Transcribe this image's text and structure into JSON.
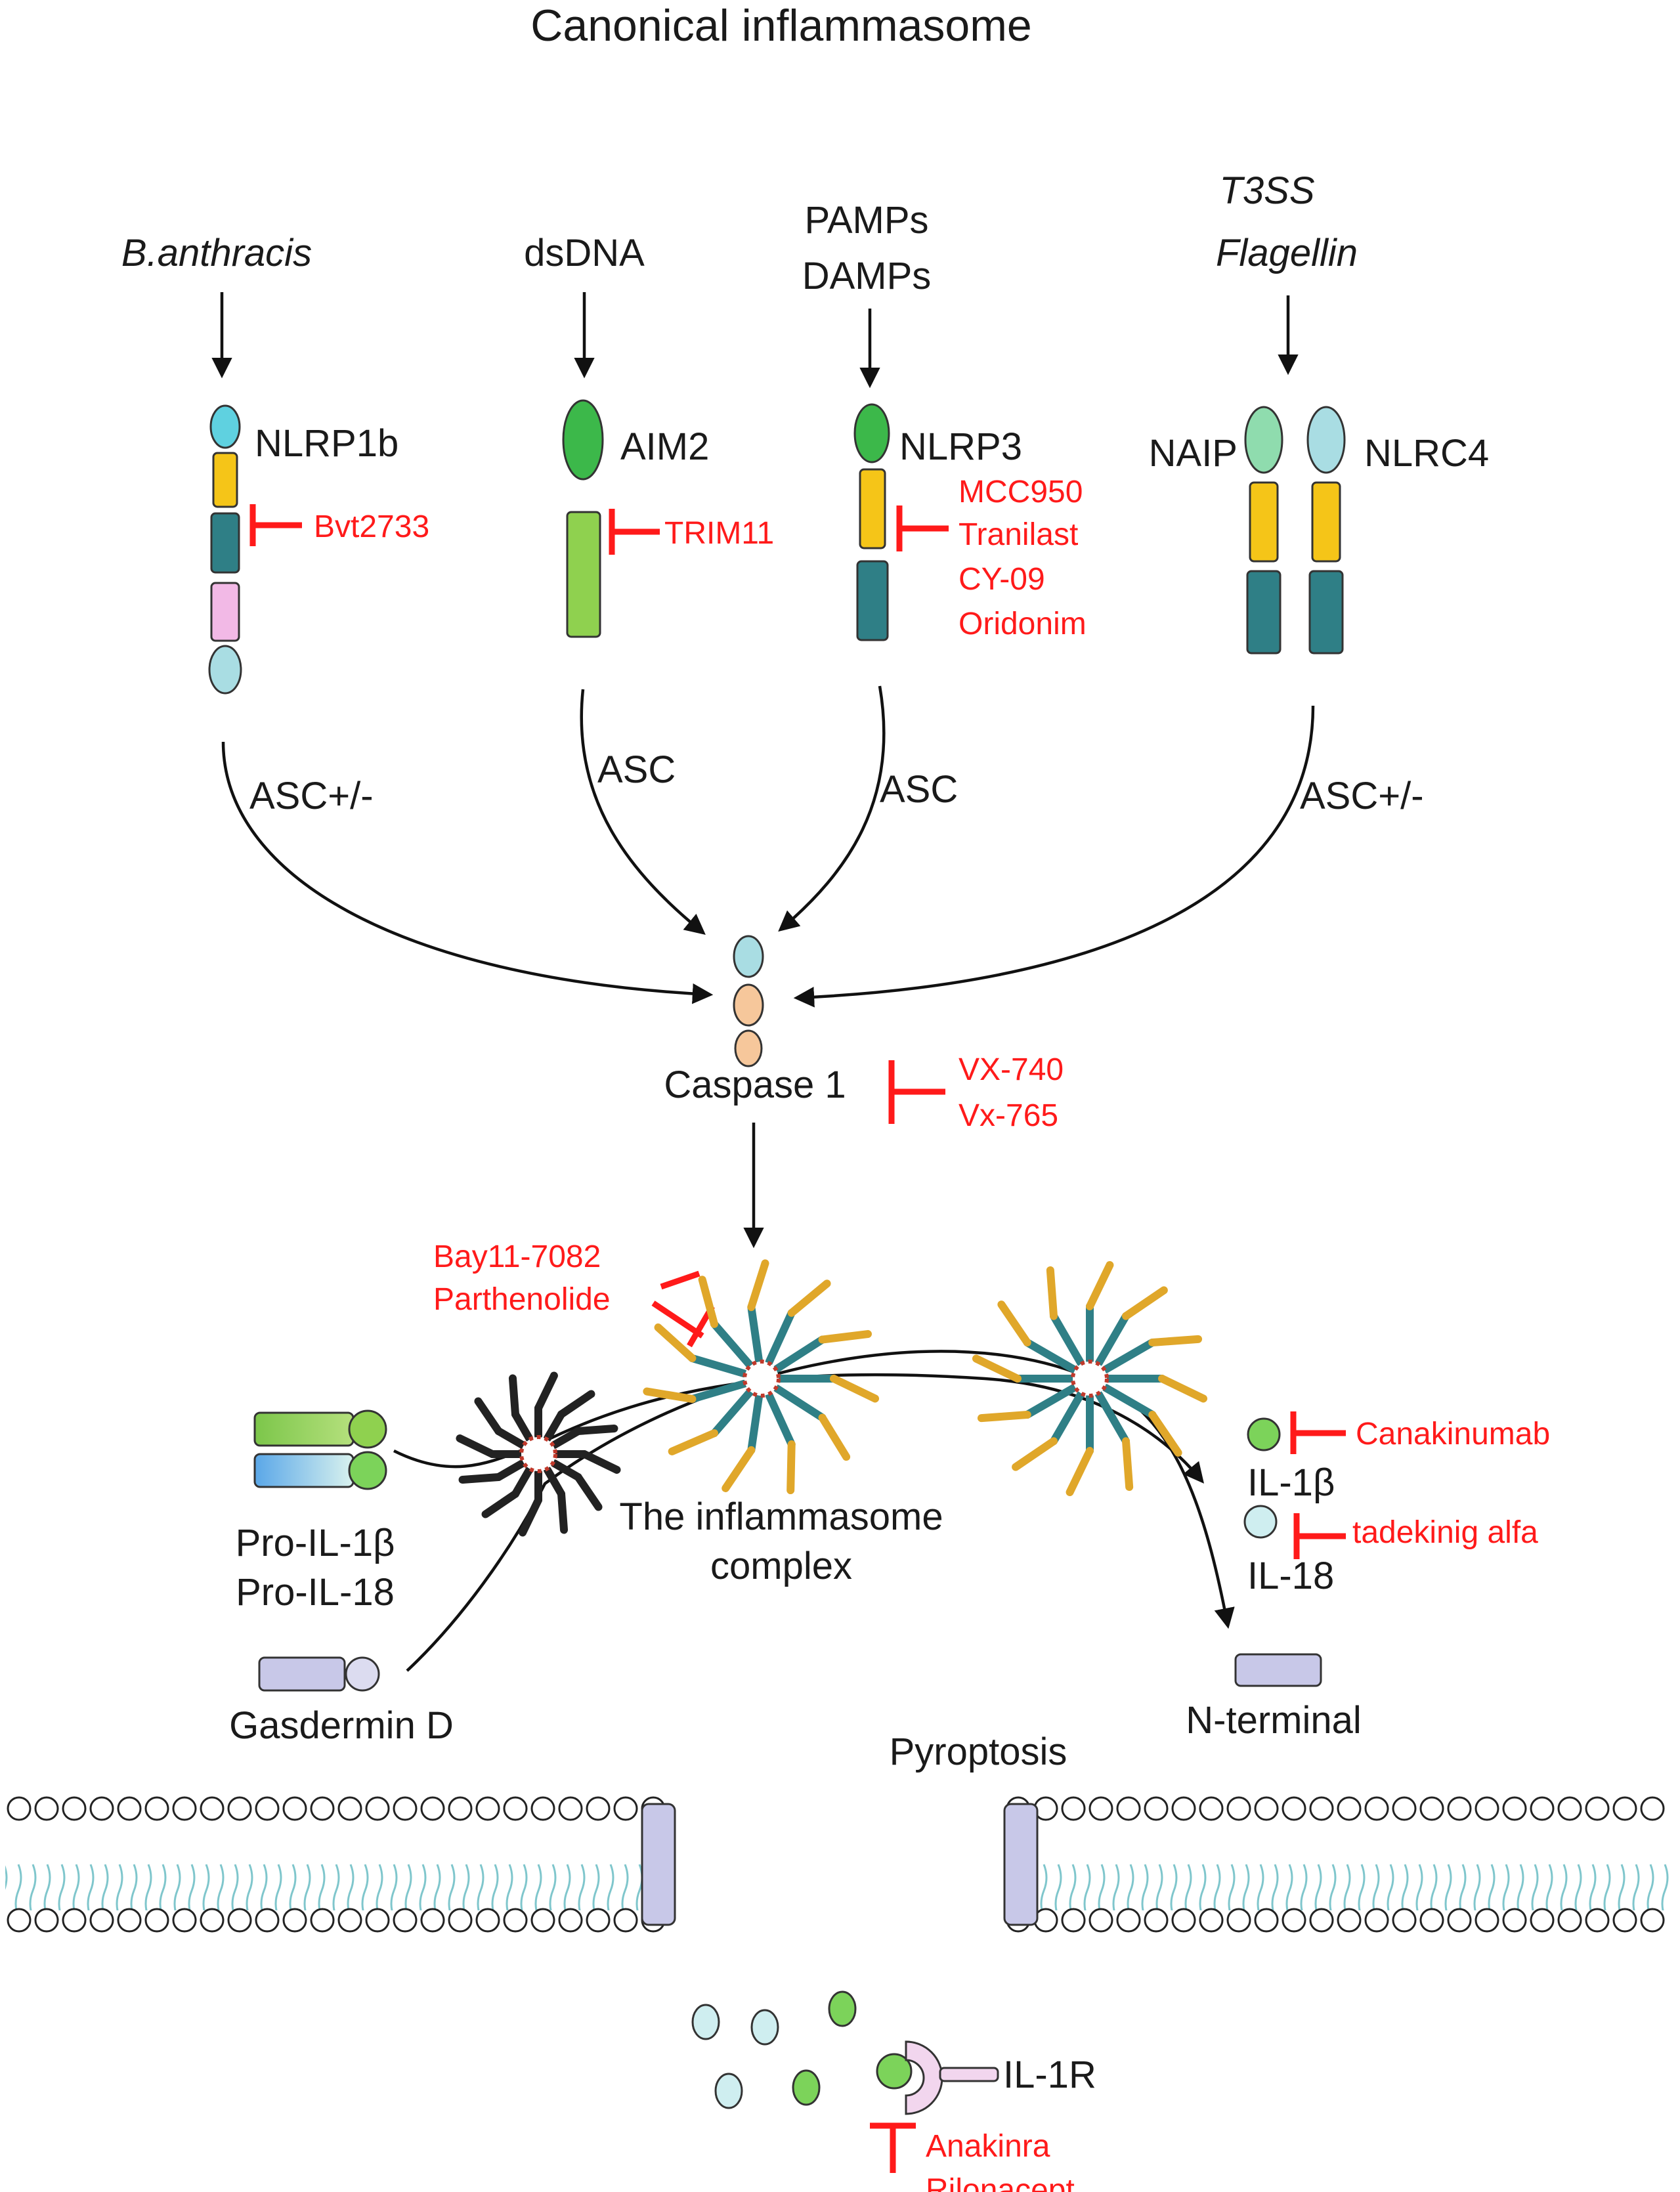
{
  "title": "Canonical inflammasome",
  "stimuli": {
    "nlrp1b": "B.anthracis",
    "aim2": "dsDNA",
    "nlrp3_line1": "PAMPs",
    "nlrp3_line2": "DAMPs",
    "nlrc4_line1": "T3SS",
    "nlrc4_line2": "Flagellin"
  },
  "sensors": {
    "nlrp1b": "NLRP1b",
    "aim2": "AIM2",
    "nlrp3": "NLRP3",
    "naip": "NAIP",
    "nlrc4": "NLRC4"
  },
  "adaptors": {
    "nlrp1b": "ASC+/-",
    "aim2": "ASC",
    "nlrp3": "ASC",
    "nlrc4": "ASC+/-"
  },
  "inhibitors": {
    "nlrp1b": [
      "Bvt2733"
    ],
    "aim2": [
      "TRIM11"
    ],
    "nlrp3": [
      "MCC950",
      "Tranilast",
      "CY-09",
      "Oridonim"
    ],
    "caspase1": [
      "VX-740",
      "Vx-765"
    ],
    "complex": [
      "Bay11-7082",
      "Parthenolide"
    ],
    "il1b": [
      "Canakinumab"
    ],
    "il18": [
      "tadekinig alfa"
    ],
    "il1r": [
      "Anakinra",
      "Rilonacept"
    ]
  },
  "labels": {
    "caspase1": "Caspase 1",
    "complex_line1": "The inflammasome",
    "complex_line2": "complex",
    "pro_il1b": "Pro-IL-1β",
    "pro_il18": "Pro-IL-18",
    "gasdermin": "Gasdermin D",
    "il1b": "IL-1β",
    "il18": "IL-18",
    "nterminal": "N-terminal",
    "pyroptosis": "Pyroptosis",
    "il1r": "IL-1R"
  },
  "colors": {
    "inhibitor": "#ff1a1a",
    "nod_domain": "#f5c518",
    "teal_domain": "#2f7f86",
    "green_domain": "#3cb84a",
    "light_blue_domain": "#a9dde3",
    "pink_domain": "#f2b9e6",
    "peach_domain": "#f6c79b",
    "membrane": "#a6d8dc",
    "gasdermin": "#c8c8e8"
  }
}
